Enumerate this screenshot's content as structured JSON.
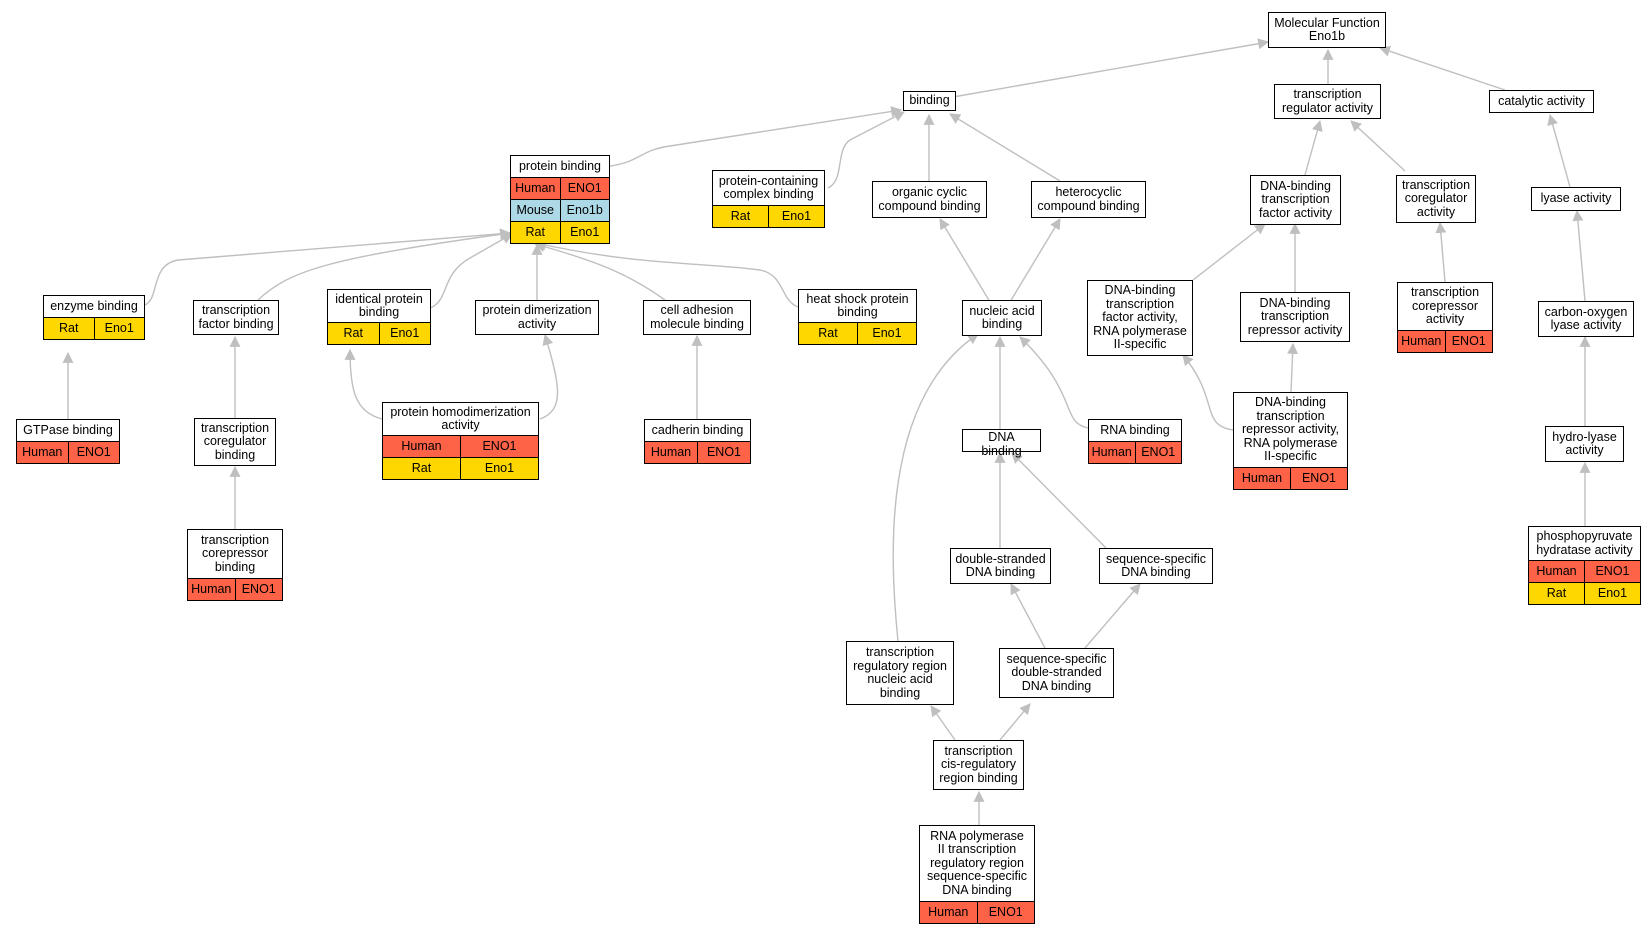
{
  "title": "Molecular Function Eno1b",
  "colors": {
    "Human": "#ff6347",
    "Mouse": "#add8e6",
    "Rat": "#ffd700",
    "edge": "#bfbfbf"
  },
  "nodes": [
    {
      "id": "mf",
      "label": "Molecular Function\nEno1b",
      "species": []
    },
    {
      "id": "binding",
      "label": "binding",
      "species": []
    },
    {
      "id": "tra",
      "label": "transcription\nregulator activity",
      "species": []
    },
    {
      "id": "cat",
      "label": "catalytic activity",
      "species": []
    },
    {
      "id": "pb",
      "label": "protein binding",
      "species": [
        [
          "Human",
          "ENO1"
        ],
        [
          "Mouse",
          "Eno1b"
        ],
        [
          "Rat",
          "Eno1"
        ]
      ]
    },
    {
      "id": "pccb",
      "label": "protein-containing\ncomplex binding",
      "species": [
        [
          "Rat",
          "Eno1"
        ]
      ]
    },
    {
      "id": "ocb",
      "label": "organic cyclic\ncompound binding",
      "species": []
    },
    {
      "id": "hcb",
      "label": "heterocyclic\ncompound binding",
      "species": []
    },
    {
      "id": "dbtfa",
      "label": "DNA-binding\ntranscription\nfactor activity",
      "species": []
    },
    {
      "id": "tca",
      "label": "transcription\ncoregulator\nactivity",
      "species": []
    },
    {
      "id": "lyase",
      "label": "lyase activity",
      "species": []
    },
    {
      "id": "eb",
      "label": "enzyme binding",
      "species": [
        [
          "Rat",
          "Eno1"
        ]
      ]
    },
    {
      "id": "tfb",
      "label": "transcription\nfactor binding",
      "species": []
    },
    {
      "id": "ipb",
      "label": "identical protein\nbinding",
      "species": [
        [
          "Rat",
          "Eno1"
        ]
      ]
    },
    {
      "id": "pda",
      "label": "protein dimerization\nactivity",
      "species": []
    },
    {
      "id": "camb",
      "label": "cell adhesion\nmolecule binding",
      "species": []
    },
    {
      "id": "hspb",
      "label": "heat shock protein\nbinding",
      "species": [
        [
          "Rat",
          "Eno1"
        ]
      ]
    },
    {
      "id": "nab",
      "label": "nucleic acid\nbinding",
      "species": []
    },
    {
      "id": "dbtfa2",
      "label": "DNA-binding\ntranscription\nfactor activity,\nRNA polymerase\nII-specific",
      "species": []
    },
    {
      "id": "dbtra",
      "label": "DNA-binding\ntranscription\nrepressor activity",
      "species": []
    },
    {
      "id": "tcoa",
      "label": "transcription\ncorepressor\nactivity",
      "species": [
        [
          "Human",
          "ENO1"
        ]
      ]
    },
    {
      "id": "colyase",
      "label": "carbon-oxygen\nlyase activity",
      "species": []
    },
    {
      "id": "gtpb",
      "label": "GTPase binding",
      "species": [
        [
          "Human",
          "ENO1"
        ]
      ]
    },
    {
      "id": "tcb",
      "label": "transcription\ncoregulator\nbinding",
      "species": []
    },
    {
      "id": "phda",
      "label": "protein homodimerization\nactivity",
      "species": [
        [
          "Human",
          "ENO1"
        ],
        [
          "Rat",
          "Eno1"
        ]
      ]
    },
    {
      "id": "cadb",
      "label": "cadherin binding",
      "species": [
        [
          "Human",
          "ENO1"
        ]
      ]
    },
    {
      "id": "dnab",
      "label": "DNA binding",
      "species": []
    },
    {
      "id": "rnab",
      "label": "RNA binding",
      "species": [
        [
          "Human",
          "ENO1"
        ]
      ]
    },
    {
      "id": "dbtra2",
      "label": "DNA-binding\ntranscription\nrepressor activity,\nRNA polymerase\nII-specific",
      "species": [
        [
          "Human",
          "ENO1"
        ]
      ]
    },
    {
      "id": "hla",
      "label": "hydro-lyase\nactivity",
      "species": []
    },
    {
      "id": "tcorb",
      "label": "transcription\ncorepressor\nbinding",
      "species": [
        [
          "Human",
          "ENO1"
        ]
      ]
    },
    {
      "id": "dsdb",
      "label": "double-stranded\nDNA binding",
      "species": []
    },
    {
      "id": "ssdb",
      "label": "sequence-specific\nDNA binding",
      "species": []
    },
    {
      "id": "phha",
      "label": "phosphopyruvate\nhydratase activity",
      "species": [
        [
          "Human",
          "ENO1"
        ],
        [
          "Rat",
          "Eno1"
        ]
      ]
    },
    {
      "id": "trrnab",
      "label": "transcription\nregulatory region\nnucleic acid\nbinding",
      "species": []
    },
    {
      "id": "ssdsdb",
      "label": "sequence-specific\ndouble-stranded\nDNA binding",
      "species": []
    },
    {
      "id": "tcrrb",
      "label": "transcription\ncis-regulatory\nregion binding",
      "species": []
    },
    {
      "id": "rnap2",
      "label": "RNA polymerase\nII transcription\nregulatory region\nsequence-specific\nDNA binding",
      "species": [
        [
          "Human",
          "ENO1"
        ]
      ]
    }
  ]
}
